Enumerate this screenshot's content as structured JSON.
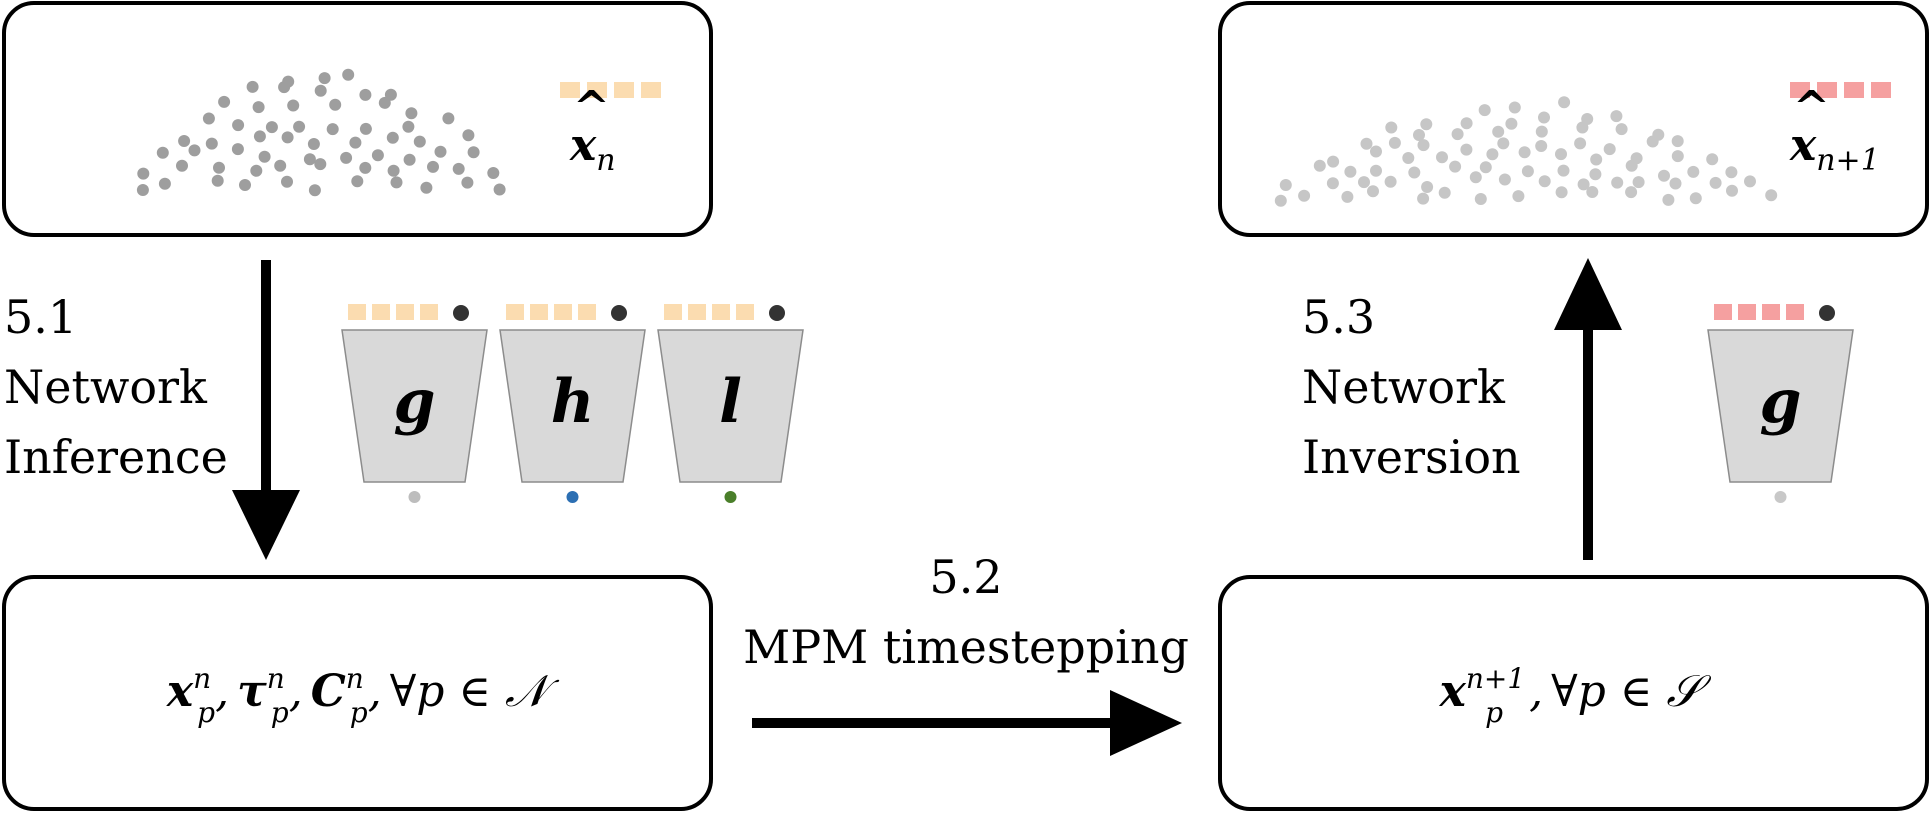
{
  "steps": {
    "inference": {
      "number": "5.1",
      "line1": "Network",
      "line2": "Inference"
    },
    "timestepping": {
      "number": "5.2",
      "line1": "MPM timestepping"
    },
    "inversion": {
      "number": "5.3",
      "line1": "Network",
      "line2": "Inversion"
    }
  },
  "latents": {
    "current": {
      "hat": "^",
      "symbol": "x",
      "subscript": "n"
    },
    "next": {
      "hat": "^",
      "symbol": "x",
      "subscript": "n+1"
    }
  },
  "states": {
    "inferred": {
      "terms": [
        {
          "symbol": "x",
          "sub": "p",
          "sup": "n",
          "sep": ","
        },
        {
          "symbol": "τ",
          "sub": "p",
          "sup": "n",
          "sep": ","
        },
        {
          "symbol": "C",
          "sub": "p",
          "sup": "n",
          "sep": ","
        }
      ],
      "quantifier": "∀p ∈ 𝒩"
    },
    "advanced": {
      "terms": [
        {
          "symbol": "x",
          "sub": "p",
          "sup": "n+1",
          "sep": ","
        }
      ],
      "quantifier": "∀p ∈ 𝒮"
    }
  },
  "networks": {
    "inference": [
      {
        "name": "g",
        "output_color": "#bdbdbd"
      },
      {
        "name": "h",
        "output_color": "#2c6fb3"
      },
      {
        "name": "l",
        "output_color": "#4a7f2a"
      }
    ],
    "inversion": [
      {
        "name": "g",
        "output_color": "#c8c8c8"
      }
    ]
  },
  "colors": {
    "latent_current": "#fbdcb0",
    "latent_next": "#f5a0a0",
    "particles_current": "#9e9e9e",
    "particles_next": "#c6c6c6",
    "input_dot": "#333333"
  }
}
